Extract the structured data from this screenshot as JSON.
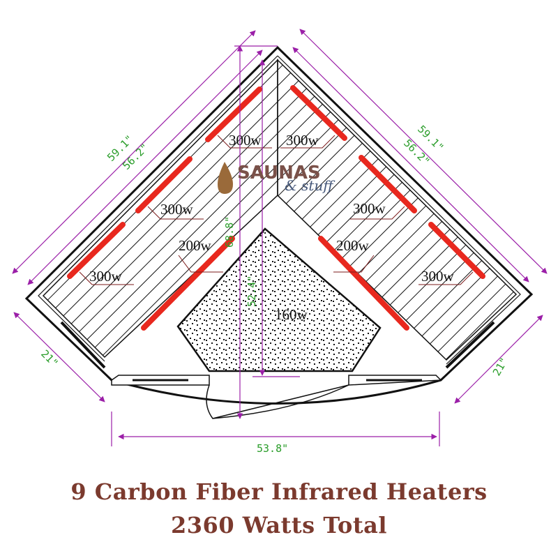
{
  "title_line1": "9 Carbon Fiber Infrared Heaters",
  "title_line2": "2360 Watts Total",
  "logo": {
    "main": "SAUNAS",
    "sub": "& stuff"
  },
  "dimensions": {
    "outer_left": "59.1\"",
    "inner_left": "56.2\"",
    "outer_right": "59.1\"",
    "inner_right": "56.2\"",
    "door_left": "21\"",
    "door_right": "21\"",
    "front_width": "53.8\"",
    "depth_outer": "68.8\"",
    "depth_inner": "52.4\""
  },
  "heaters": [
    {
      "label": "300w"
    },
    {
      "label": "300w"
    },
    {
      "label": "300w"
    },
    {
      "label": "200w"
    },
    {
      "label": "300w"
    },
    {
      "label": "300w"
    },
    {
      "label": "200w"
    },
    {
      "label": "300w"
    },
    {
      "label": "160w"
    }
  ],
  "colors": {
    "heater": "#e8281e",
    "dimension": "#9b1fa8",
    "title": "#7b3a2e"
  }
}
